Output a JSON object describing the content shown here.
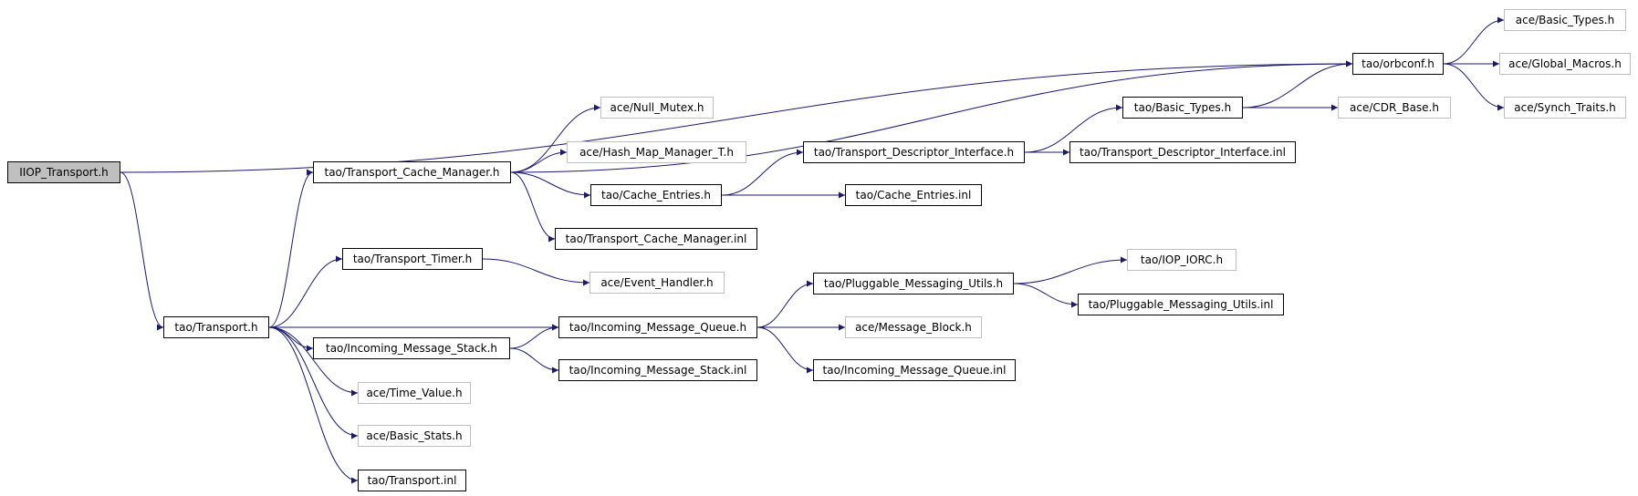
{
  "graph": {
    "edge_color": "#191970",
    "nodes": {
      "n0": {
        "label": "IIOP_Transport.h",
        "kind": "root"
      },
      "n1": {
        "label": "tao/orbconf.h",
        "kind": "local"
      },
      "n2": {
        "label": "ace/Basic_Types.h",
        "kind": "external"
      },
      "n3": {
        "label": "ace/Global_Macros.h",
        "kind": "external"
      },
      "n4": {
        "label": "ace/Synch_Traits.h",
        "kind": "external"
      },
      "n5": {
        "label": "tao/Transport.h",
        "kind": "local"
      },
      "n6": {
        "label": "tao/Transport_Cache_Manager.h",
        "kind": "local"
      },
      "n7": {
        "label": "ace/Null_Mutex.h",
        "kind": "external"
      },
      "n8": {
        "label": "ace/Hash_Map_Manager_T.h",
        "kind": "external"
      },
      "n9": {
        "label": "tao/Cache_Entries.h",
        "kind": "local"
      },
      "n10": {
        "label": "tao/Transport_Cache_Manager.inl",
        "kind": "local"
      },
      "n11": {
        "label": "tao/Transport_Descriptor_Interface.h",
        "kind": "local"
      },
      "n12": {
        "label": "tao/Basic_Types.h",
        "kind": "local"
      },
      "n13": {
        "label": "ace/CDR_Base.h",
        "kind": "external"
      },
      "n14": {
        "label": "tao/Transport_Descriptor_Interface.inl",
        "kind": "local"
      },
      "n15": {
        "label": "tao/Cache_Entries.inl",
        "kind": "local"
      },
      "n16": {
        "label": "tao/Transport_Timer.h",
        "kind": "local"
      },
      "n17": {
        "label": "ace/Event_Handler.h",
        "kind": "external"
      },
      "n18": {
        "label": "tao/Incoming_Message_Queue.h",
        "kind": "local"
      },
      "n19": {
        "label": "tao/Pluggable_Messaging_Utils.h",
        "kind": "local"
      },
      "n20": {
        "label": "tao/IOP_IORC.h",
        "kind": "external"
      },
      "n21": {
        "label": "tao/Pluggable_Messaging_Utils.inl",
        "kind": "local"
      },
      "n22": {
        "label": "ace/Message_Block.h",
        "kind": "external"
      },
      "n23": {
        "label": "tao/Incoming_Message_Queue.inl",
        "kind": "local"
      },
      "n24": {
        "label": "tao/Incoming_Message_Stack.h",
        "kind": "local"
      },
      "n25": {
        "label": "tao/Incoming_Message_Stack.inl",
        "kind": "local"
      },
      "n26": {
        "label": "ace/Time_Value.h",
        "kind": "external"
      },
      "n27": {
        "label": "ace/Basic_Stats.h",
        "kind": "external"
      },
      "n28": {
        "label": "tao/Transport.inl",
        "kind": "local"
      }
    },
    "edges": [
      [
        "n0",
        "n1"
      ],
      [
        "n0",
        "n5"
      ],
      [
        "n1",
        "n2"
      ],
      [
        "n1",
        "n3"
      ],
      [
        "n1",
        "n4"
      ],
      [
        "n5",
        "n6"
      ],
      [
        "n5",
        "n16"
      ],
      [
        "n5",
        "n18"
      ],
      [
        "n5",
        "n24"
      ],
      [
        "n5",
        "n26"
      ],
      [
        "n5",
        "n27"
      ],
      [
        "n5",
        "n28"
      ],
      [
        "n6",
        "n1"
      ],
      [
        "n6",
        "n7"
      ],
      [
        "n6",
        "n8"
      ],
      [
        "n6",
        "n9"
      ],
      [
        "n6",
        "n10"
      ],
      [
        "n9",
        "n11"
      ],
      [
        "n9",
        "n15"
      ],
      [
        "n11",
        "n12"
      ],
      [
        "n11",
        "n14"
      ],
      [
        "n12",
        "n1"
      ],
      [
        "n12",
        "n13"
      ],
      [
        "n16",
        "n17"
      ],
      [
        "n18",
        "n19"
      ],
      [
        "n18",
        "n22"
      ],
      [
        "n18",
        "n23"
      ],
      [
        "n19",
        "n20"
      ],
      [
        "n19",
        "n21"
      ],
      [
        "n24",
        "n18"
      ],
      [
        "n24",
        "n25"
      ]
    ]
  }
}
